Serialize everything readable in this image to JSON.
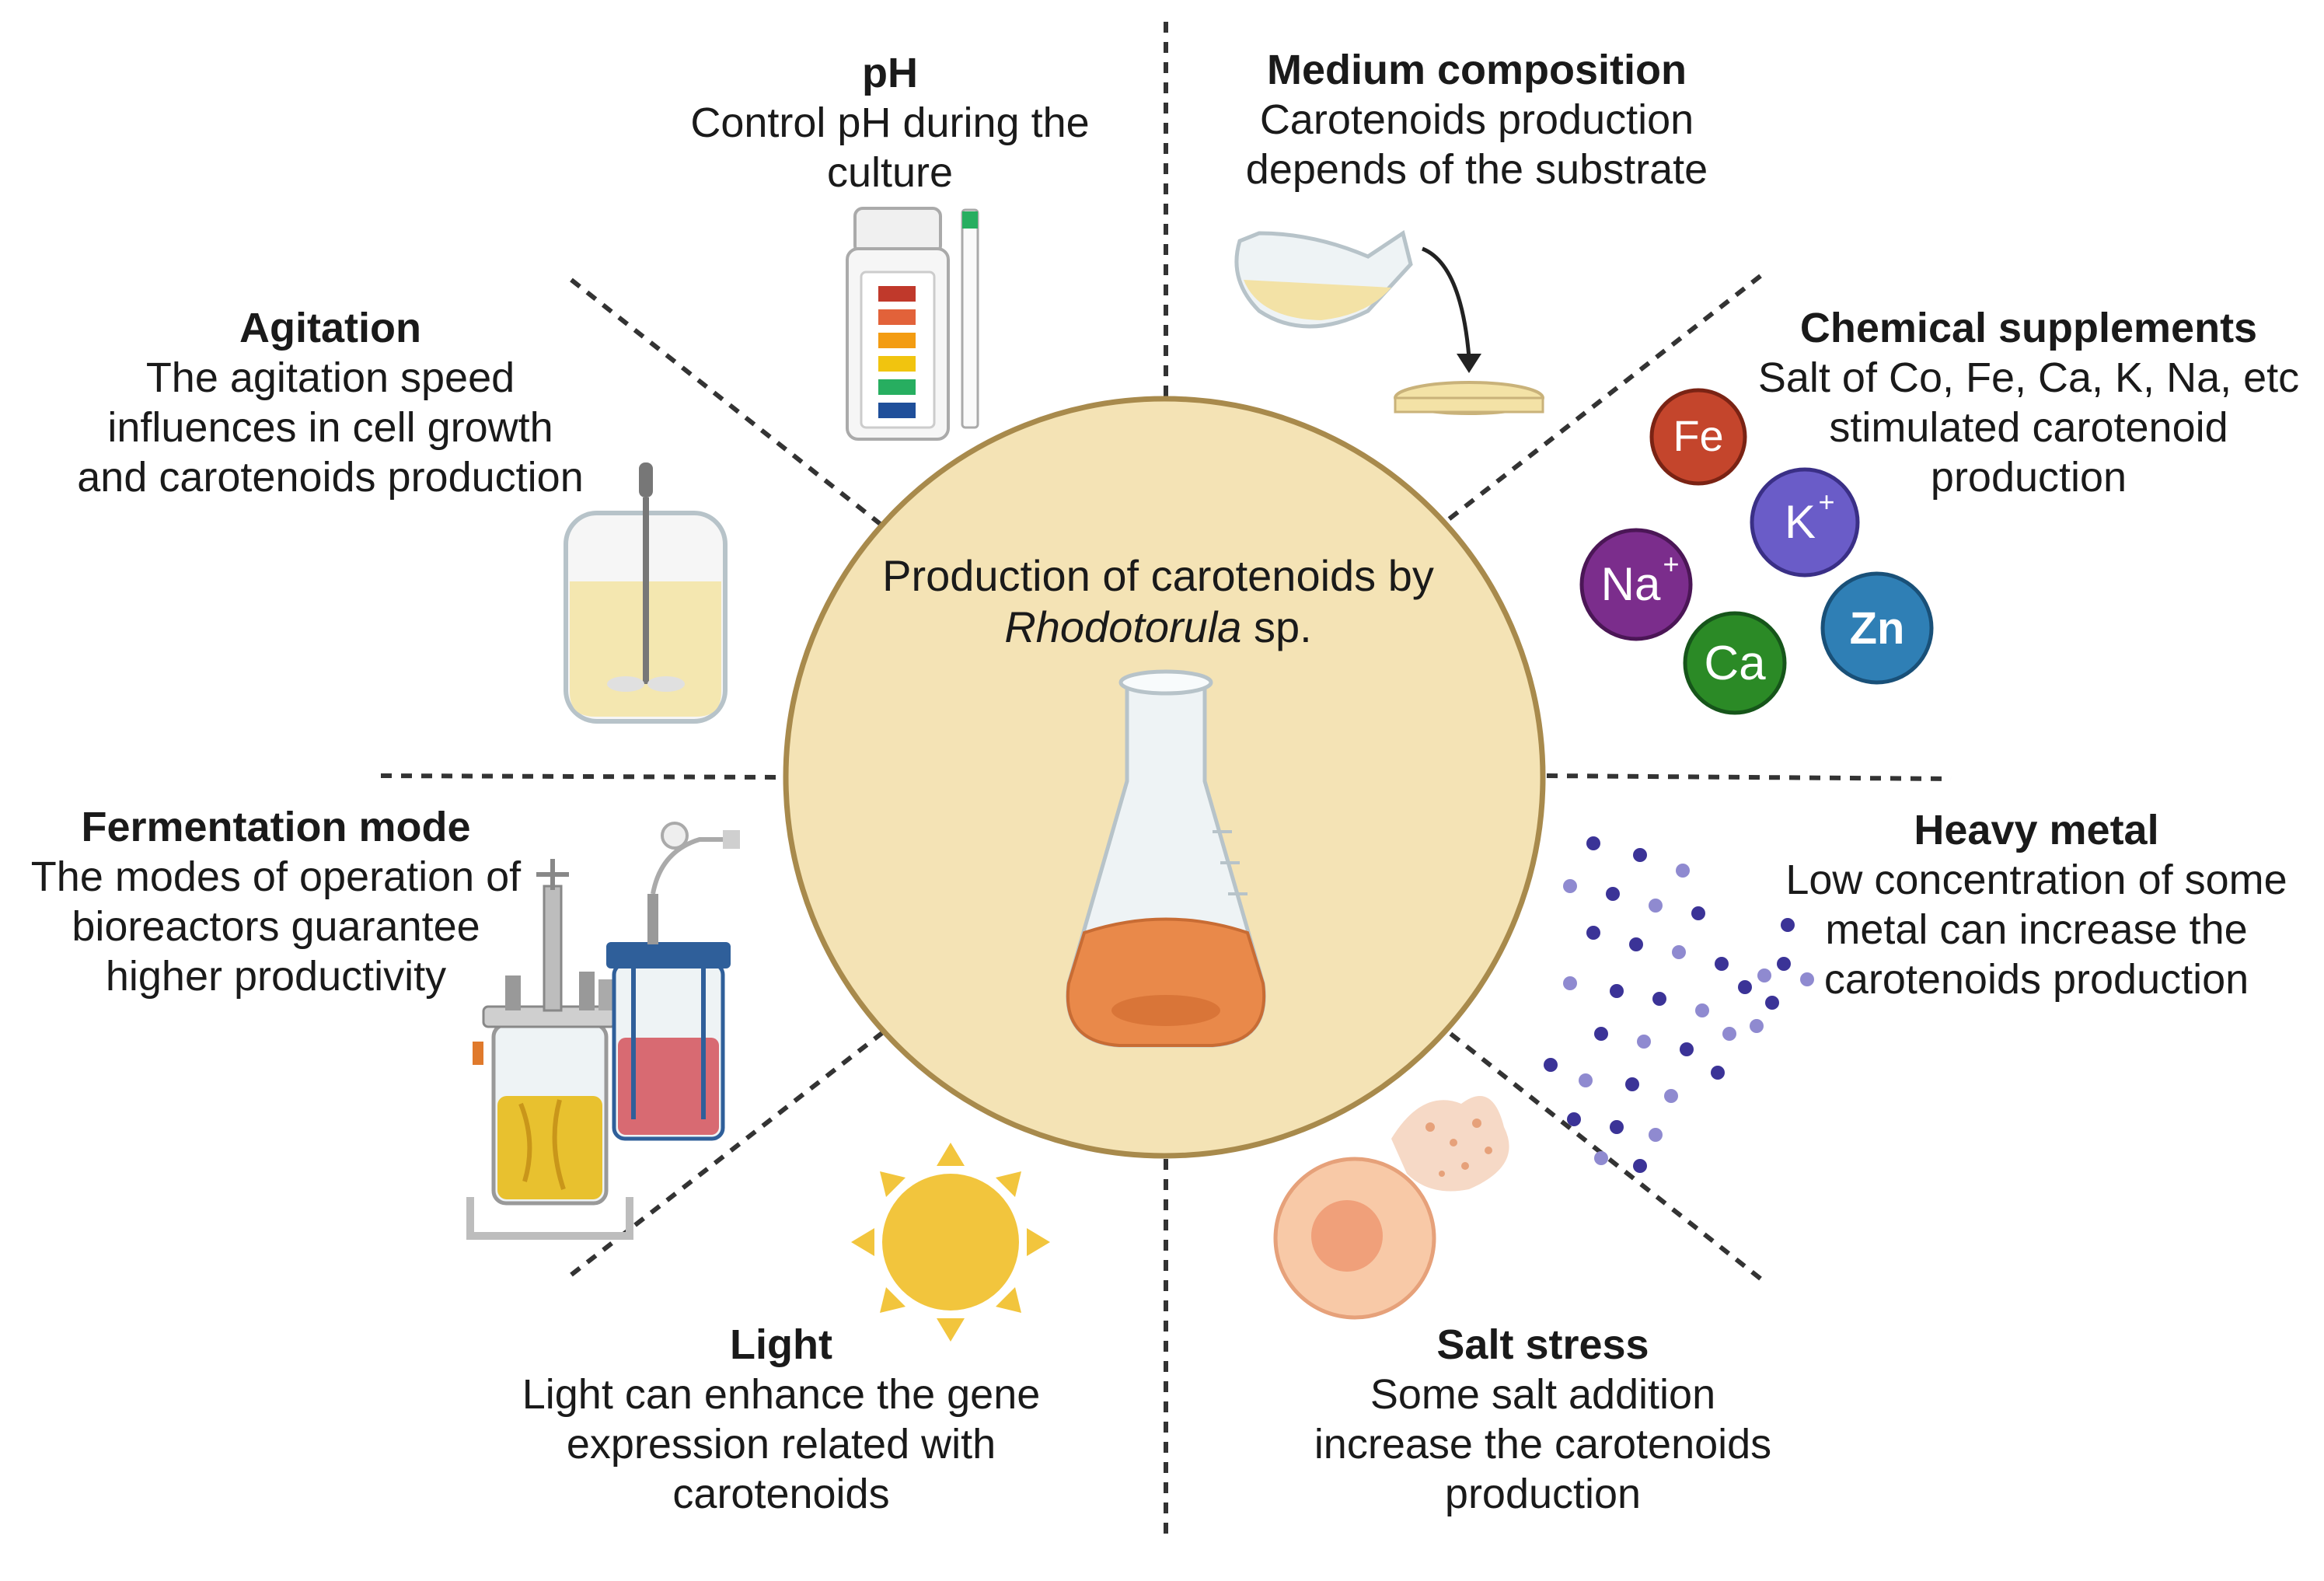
{
  "center": {
    "line1": "Production of carotenoids by",
    "genus": "Rhodotorula",
    "suffix": " sp."
  },
  "factors": {
    "ph": {
      "title": "pH",
      "lines": [
        "Control pH during the",
        "culture"
      ]
    },
    "medium": {
      "title": "Medium composition",
      "lines": [
        "Carotenoids production",
        "depends of the substrate"
      ]
    },
    "agitation": {
      "title": "Agitation",
      "lines": [
        "The agitation speed",
        "influences in cell growth",
        "and carotenoids production"
      ]
    },
    "chemical": {
      "title": "Chemical supplements",
      "lines": [
        "Salt of Co, Fe, Ca, K, Na, etc",
        "stimulated carotenoid",
        "production"
      ]
    },
    "fermentation": {
      "title": "Fermentation mode",
      "lines": [
        "The modes of operation of",
        "bioreactors guarantee",
        "higher productivity"
      ]
    },
    "heavy_metal": {
      "title": "Heavy metal",
      "lines": [
        "Low concentration of some",
        "metal can increase the",
        "carotenoids production"
      ]
    },
    "light": {
      "title": "Light",
      "lines": [
        "Light can enhance the gene",
        "expression related with",
        "carotenoids"
      ]
    },
    "salt": {
      "title": "Salt stress",
      "lines": [
        "Some salt addition",
        "increase the carotenoids",
        "production"
      ]
    }
  },
  "ions": {
    "fe": {
      "label": "Fe",
      "color": "#c4452c"
    },
    "k": {
      "label": "K",
      "sup": "+",
      "color": "#6a5cc8"
    },
    "na": {
      "label": "Na",
      "sup": "+",
      "color": "#7b2d8c"
    },
    "ca": {
      "label": "Ca",
      "color": "#2b8a26"
    },
    "zn": {
      "label": "Zn",
      "color": "#2f7fb5"
    }
  },
  "colors": {
    "circle_fill": "#f4e3b5",
    "circle_stroke": "#a88a4c",
    "flask_liquid": "#e9894a",
    "divider": "#333333",
    "sun": "#f2c53d"
  },
  "icons": [
    "ph-strip-bottle-icon",
    "pouring-flask-icon",
    "stirred-tank-icon",
    "ion-spheres-icon",
    "bioreactors-icon",
    "metal-particles-icon",
    "sun-icon",
    "lysing-cell-icon",
    "erlenmeyer-flask-icon"
  ]
}
